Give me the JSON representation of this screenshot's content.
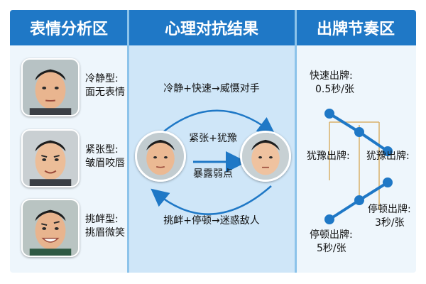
{
  "headers": {
    "left": "表情分析区",
    "middle": "心理对抗结果",
    "right": "出牌节奏区"
  },
  "expressions": [
    {
      "type": "冷静型:",
      "desc": "面无表情"
    },
    {
      "type": "紧张型:",
      "desc": "皱眉咬唇"
    },
    {
      "type": "挑衅型:",
      "desc": "挑眉微笑"
    }
  ],
  "middle": {
    "top_arrow": "冷静+快速→威慑对手",
    "center_top": "紧张+犹豫",
    "center_bottom": "暴露弱点",
    "bottom_arrow": "挑衅+停顿→迷惑敌人"
  },
  "rhythm": {
    "fast_title": "快速出牌:",
    "fast_value": "0.5秒/张",
    "hesitate_left": "犹豫出牌:",
    "hesitate_right": "犹豫出牌:",
    "pause_left_title": "停顿出牌:",
    "pause_left_value": "5秒/张",
    "pause_right_title": "停顿出牌:",
    "pause_right_value": "3秒/张"
  },
  "colors": {
    "header": "#1f78c6",
    "panel": "#eef6fc",
    "middle_panel": "#cfe6f8",
    "dot": "#1f78c6",
    "guide": "#d8b06a"
  }
}
